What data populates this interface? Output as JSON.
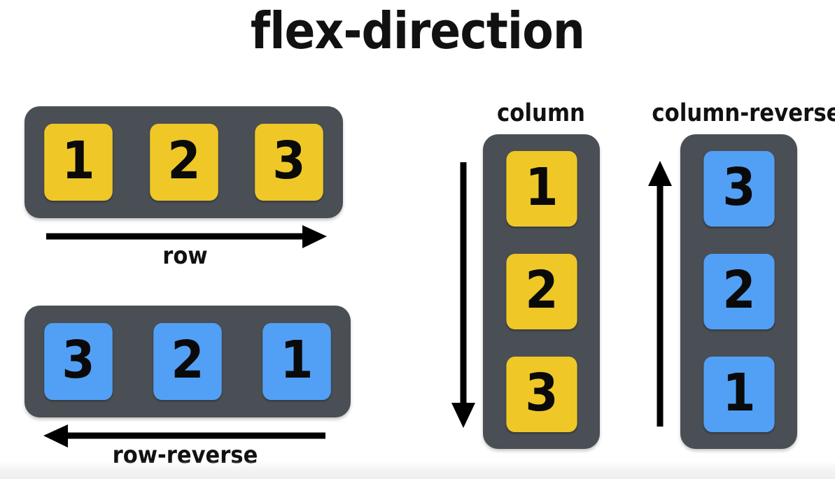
{
  "title": "flex-direction",
  "colors": {
    "background": "#ffffff",
    "container": "#4a4f55",
    "item_yellow": "#efc827",
    "item_blue": "#52a0f5",
    "text": "#111111",
    "arrow": "#000000"
  },
  "diagrams": [
    {
      "key": "row",
      "label": "row",
      "label_position": "below",
      "direction": "left-to-right",
      "arrow": "arrow-right-icon",
      "item_color": "#efc827",
      "items": [
        "1",
        "2",
        "3"
      ]
    },
    {
      "key": "row-reverse",
      "label": "row-reverse",
      "label_position": "below",
      "direction": "right-to-left",
      "arrow": "arrow-left-icon",
      "item_color": "#52a0f5",
      "items": [
        "3",
        "2",
        "1"
      ]
    },
    {
      "key": "column",
      "label": "column",
      "label_position": "above",
      "direction": "top-to-bottom",
      "arrow": "arrow-down-icon",
      "item_color": "#efc827",
      "items": [
        "1",
        "2",
        "3"
      ]
    },
    {
      "key": "column-reverse",
      "label": "column-reverse",
      "label_position": "above",
      "direction": "bottom-to-top",
      "arrow": "arrow-up-icon",
      "item_color": "#52a0f5",
      "items": [
        "3",
        "2",
        "1"
      ]
    }
  ]
}
